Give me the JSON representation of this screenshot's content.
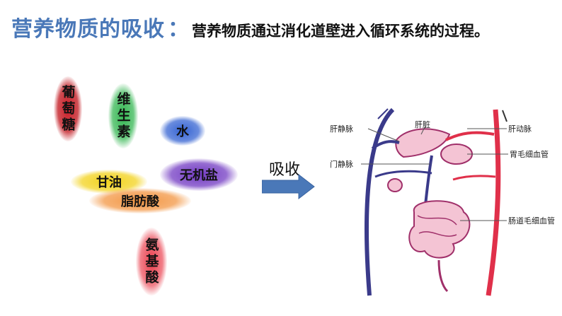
{
  "header": {
    "title": "营养物质的吸收",
    "colon": "：",
    "definition": "营养物质通过消化道壁进入循环系统的过程。"
  },
  "nutrients": {
    "glucose": "葡萄糖",
    "vitamin": "维生素",
    "water": "水",
    "inorganic_salt": "无机盐",
    "glycerol": "甘油",
    "fatty_acid": "脂肪酸",
    "amino_acid": "氨基酸"
  },
  "absorb_label": "吸收",
  "diagram": {
    "labels": {
      "hepatic_vein": "肝静脉",
      "liver": "肝脏",
      "hepatic_artery": "肝动脉",
      "portal_vein": "门静脉",
      "stomach_capillaries": "胃毛细血管",
      "intestinal_capillaries": "肠道毛细血管"
    }
  },
  "colors": {
    "title": "#4a78b8",
    "glucose_blob": "#c0121a",
    "vitamin_blob": "#2bb34a",
    "water_blob": "#2a5bd0",
    "salt_blob": "#6a2fbf",
    "glycerol_blob": "#f2d010",
    "fatty_acid_blob": "#f29038",
    "amino_blob": "#e82a3a",
    "arrow": "#4a78b8",
    "vein": "#3a3a8a",
    "artery": "#e0304a"
  }
}
